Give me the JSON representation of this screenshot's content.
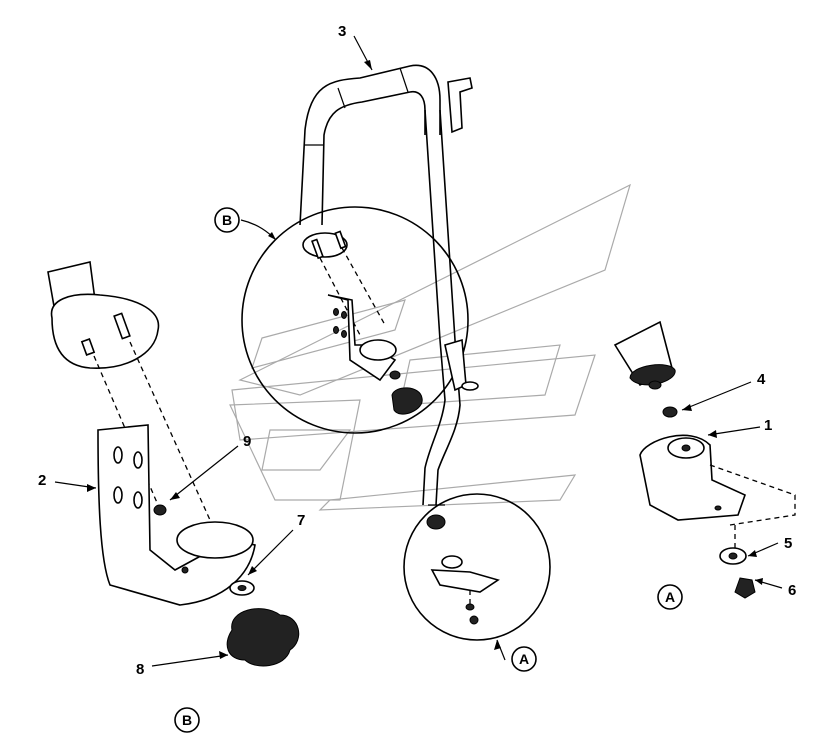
{
  "callouts": {
    "c1": "1",
    "c2": "2",
    "c3": "3",
    "c4": "4",
    "c5": "5",
    "c6": "6",
    "c7": "7",
    "c8": "8",
    "c9": "9"
  },
  "detail_labels": {
    "b_top": "B",
    "a_bottom": "A",
    "a_right": "A",
    "b_bottom": "B"
  },
  "colors": {
    "line": "#000000",
    "background": "#ffffff",
    "watermark": "#aaaaaa"
  }
}
